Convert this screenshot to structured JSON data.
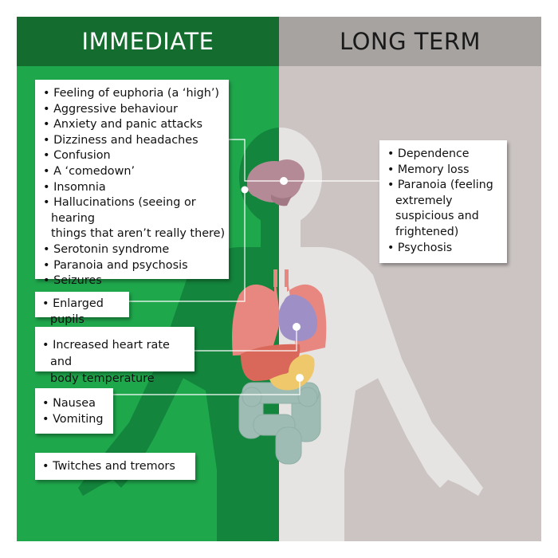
{
  "header": {
    "left_title": "IMMEDIATE",
    "right_title": "LONG TERM"
  },
  "colors": {
    "immediate_panel": "#1fa74c",
    "immediate_header": "#146d2f",
    "long_term_panel": "#cbc4c3",
    "long_term_header": "#a7a3a1",
    "brain": "#b48a96",
    "lungs": "#e8877f",
    "heart": "#9e8fc6",
    "liver": "#d9685a",
    "stomach": "#eec86a",
    "intestines": "#9fbcb4"
  },
  "immediate_effects": {
    "brain_box": [
      "Feeling of euphoria (a ‘high’)",
      "Aggressive behaviour",
      "Anxiety and panic attacks",
      "Dizziness and headaches",
      "Confusion",
      "A ‘comedown’",
      "Insomnia",
      "Hallucinations (seeing or hearing",
      "things that aren’t really there)",
      "Serotonin syndrome",
      "Paranoia and psychosis",
      "Seizures"
    ],
    "eyes_box": [
      "Enlarged pupils"
    ],
    "heart_box": [
      "Increased heart rate and",
      "body temperature"
    ],
    "stomach_box": [
      "Nausea",
      "Vomiting"
    ],
    "muscles_box": [
      "Twitches and tremors"
    ]
  },
  "long_term_effects": {
    "brain_box": [
      "Dependence",
      "Memory loss",
      "Paranoia (feeling",
      "extremely",
      "suspicious and",
      "frightened)",
      "Psychosis"
    ]
  },
  "icons": [
    "human-body-icon",
    "brain-icon",
    "lungs-icon",
    "heart-icon",
    "liver-icon",
    "stomach-icon",
    "intestines-icon"
  ]
}
